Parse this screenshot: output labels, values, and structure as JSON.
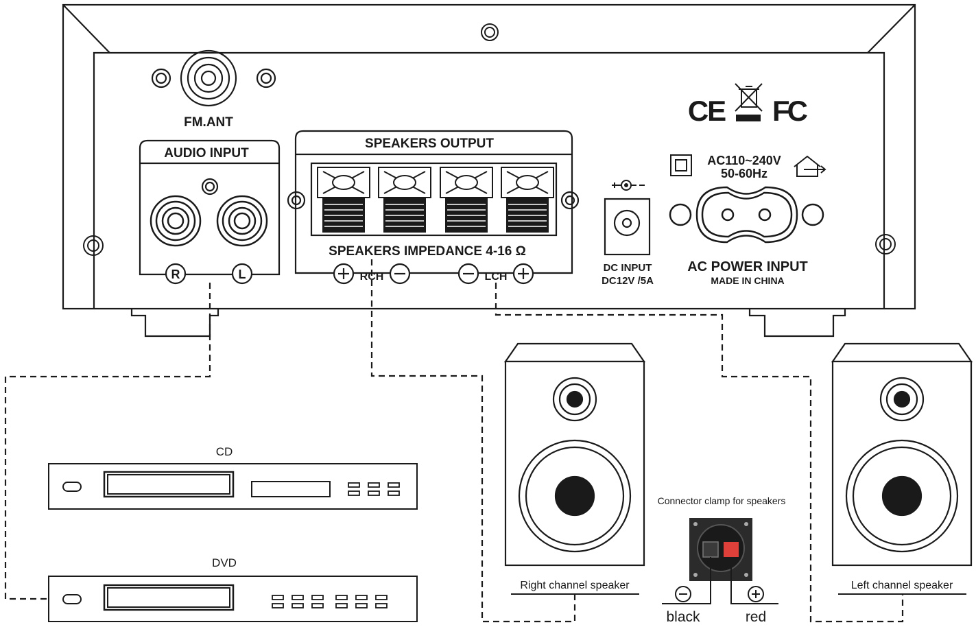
{
  "amplifier": {
    "fm_ant": "FM.ANT",
    "audio_input": "AUDIO INPUT",
    "jack_r": "R",
    "jack_l": "L",
    "speakers_output": "SPEAKERS OUTPUT",
    "speakers_impedance": "SPEAKERS IMPEDANCE 4-16 Ω",
    "rch": "RCH",
    "lch": "LCH",
    "dc_input": "DC INPUT",
    "dc_spec": "DC12V /5A",
    "ac_voltage": "AC110~240V",
    "ac_freq": "50-60Hz",
    "ac_power_input": "AC POWER INPUT",
    "made_in": "MADE IN CHINA",
    "ce_mark": "CE",
    "fc_mark": "FC"
  },
  "devices": {
    "cd_label": "CD",
    "dvd_label": "DVD"
  },
  "speakers": {
    "right_label": "Right channel speaker",
    "left_label": "Left channel speaker",
    "clamp_caption": "Connector clamp for speakers",
    "black_label": "black",
    "red_label": "red"
  },
  "colors": {
    "line": "#1a1a1a",
    "clamp_red": "#e0403a",
    "clamp_dark": "#2b2b2b"
  }
}
